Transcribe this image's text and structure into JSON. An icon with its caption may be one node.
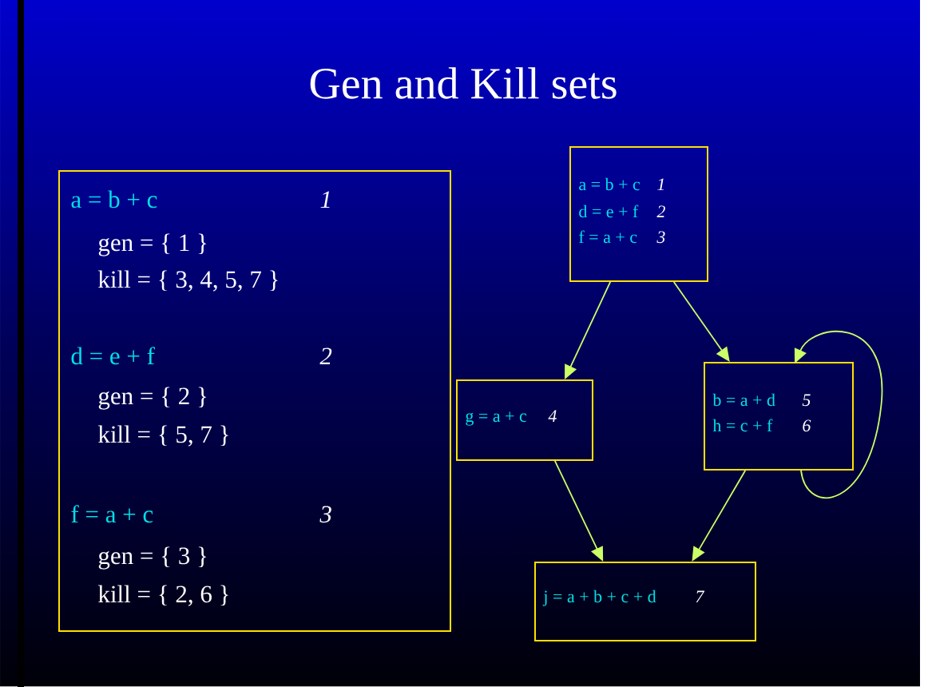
{
  "diagram": {
    "title": "Gen and Kill sets",
    "nodes": [
      {
        "text": [
          "a = b + c",
          "1",
          "gen = { 1 }",
          "kill = { 3, 4, 5, 7 }",
          "d = e + f",
          "2",
          "gen = { 2 }",
          "kill =  { 5, 7 }",
          "f = a + c",
          "3",
          "gen = { 3 }",
          "kill = { 2, 6 }"
        ]
      },
      {
        "text": [
          "a = b + c",
          "1",
          "d = e + f",
          "2",
          "f = a + c",
          "3"
        ]
      },
      {
        "text": [
          "g = a + c",
          "4"
        ]
      },
      {
        "text": [
          "b = a + d",
          "5",
          "h = c + f",
          "6"
        ]
      },
      {
        "text": [
          "j = a + b + c + d",
          "7"
        ]
      }
    ],
    "edges": [
      {
        "from": 1,
        "to": 2,
        "arrow": "to"
      },
      {
        "from": 1,
        "to": 3,
        "arrow": "to"
      },
      {
        "from": 2,
        "to": 4,
        "arrow": "to"
      },
      {
        "from": 3,
        "to": 4,
        "arrow": "to"
      },
      {
        "from": 3,
        "to": 3,
        "arrow": "to"
      }
    ]
  }
}
